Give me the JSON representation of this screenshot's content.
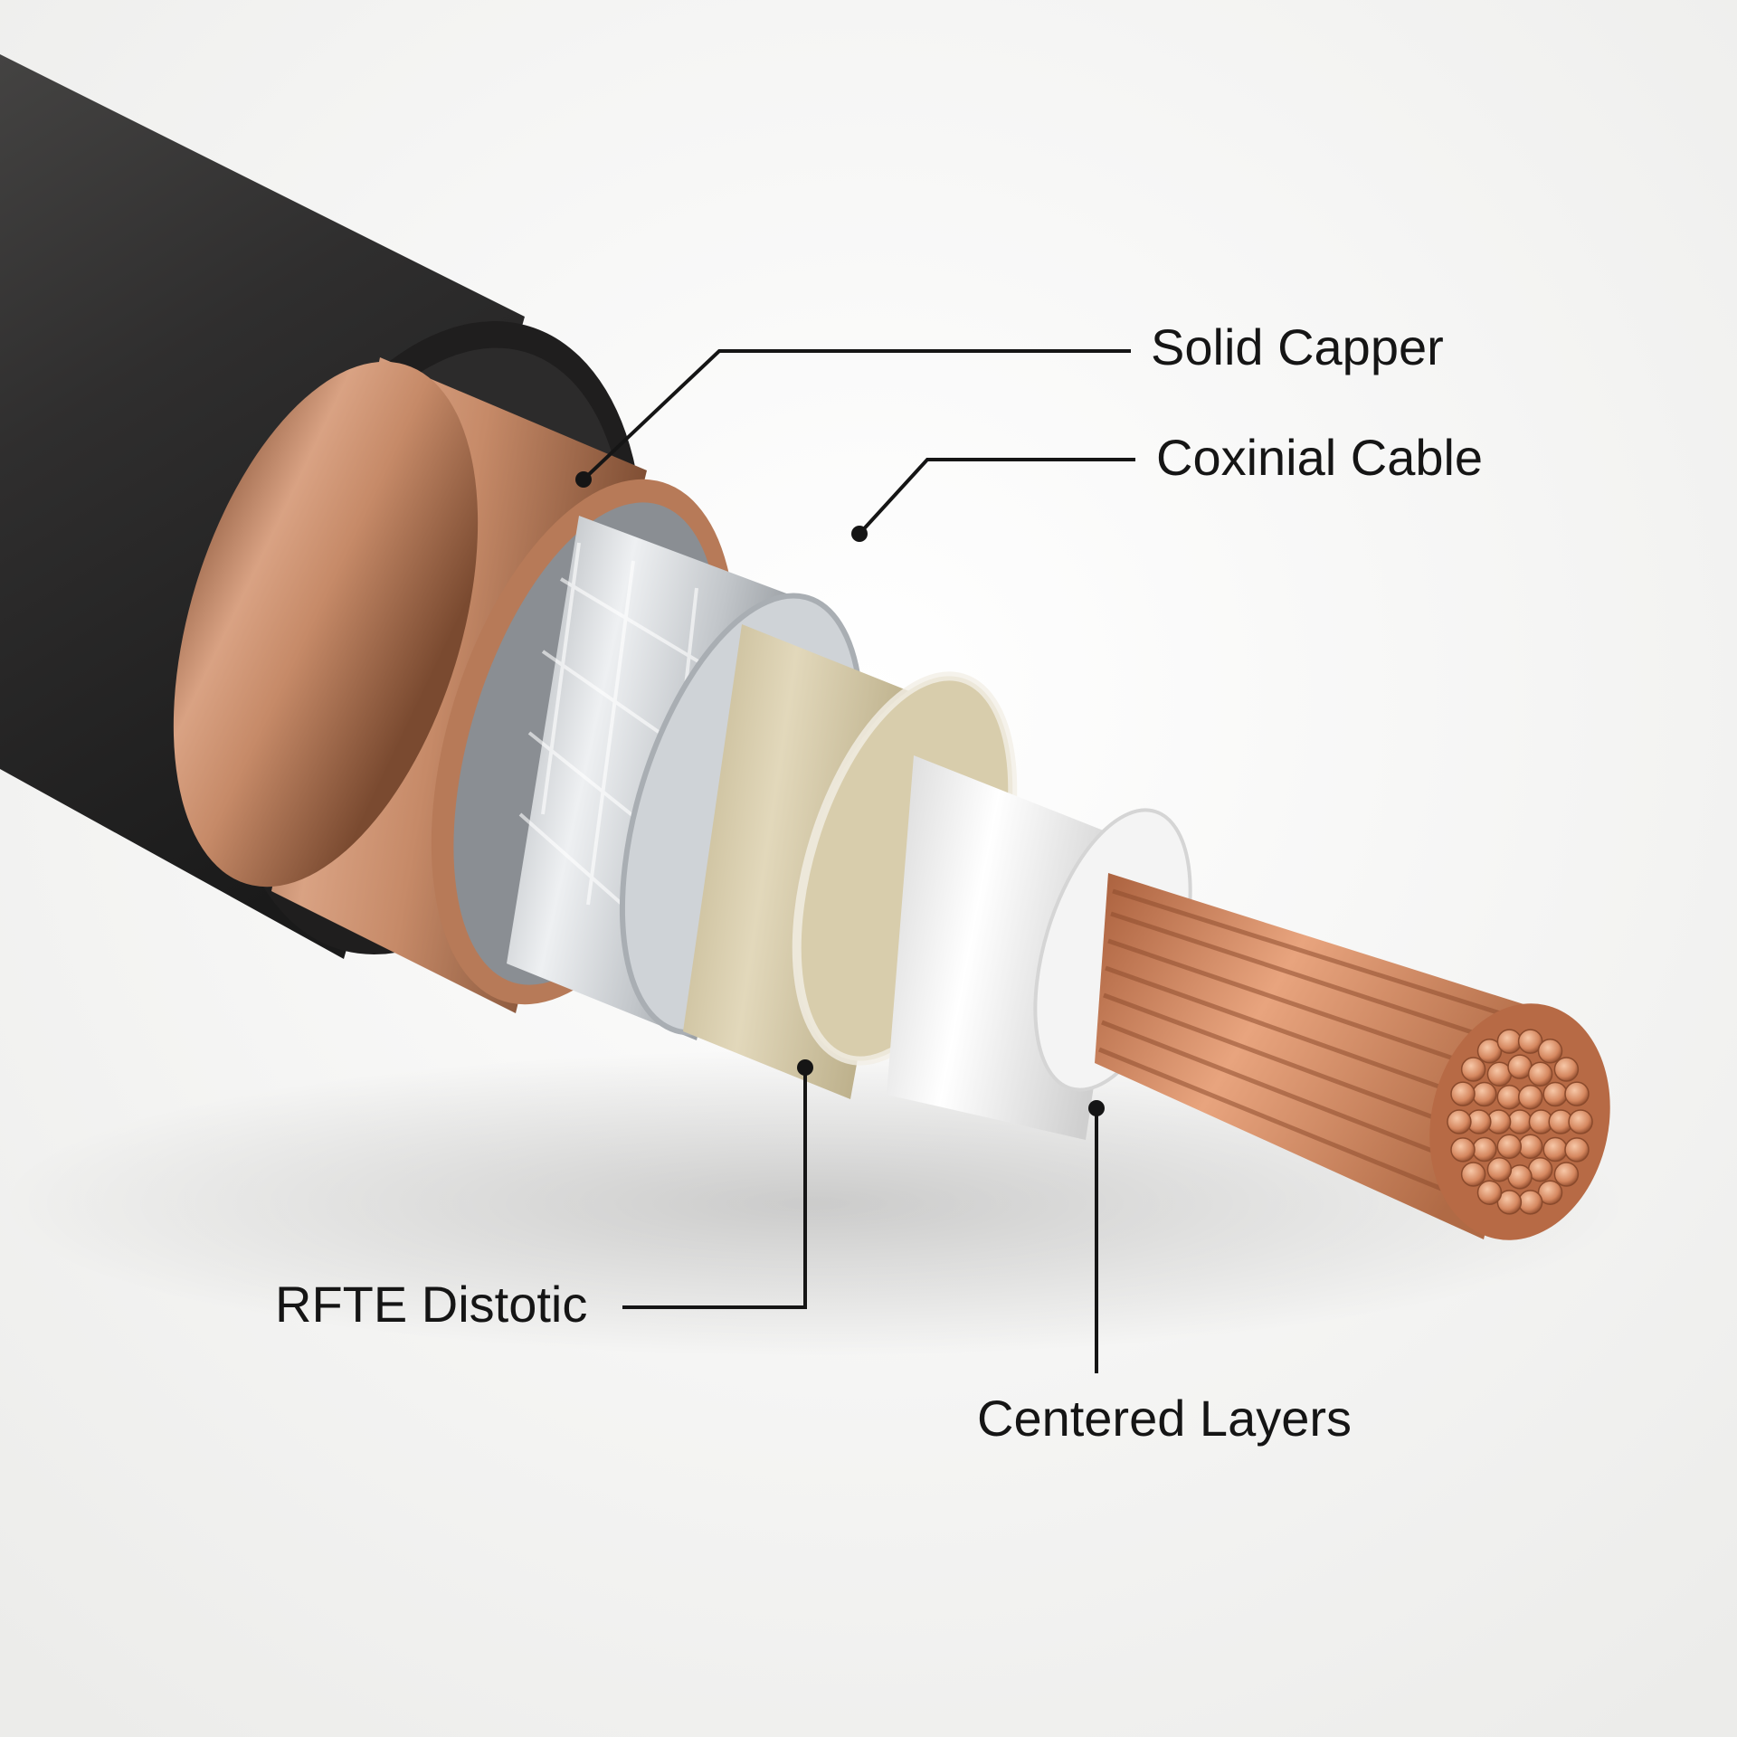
{
  "callouts": [
    {
      "label": "Solid Capper"
    },
    {
      "label": "Coxinial Cable"
    },
    {
      "label": "RFTE Distotic"
    },
    {
      "label": "Centered Layers"
    }
  ],
  "colors": {
    "background": "#f4f4f3",
    "jacket": "#2b2a2a",
    "copper_shield": "#c9906e",
    "foil": "#d8dbde",
    "dielectric_tan": "#d9ceae",
    "insulator_white": "#f1f1f1",
    "copper_core": "#d98a63",
    "leader_line": "#151515"
  }
}
